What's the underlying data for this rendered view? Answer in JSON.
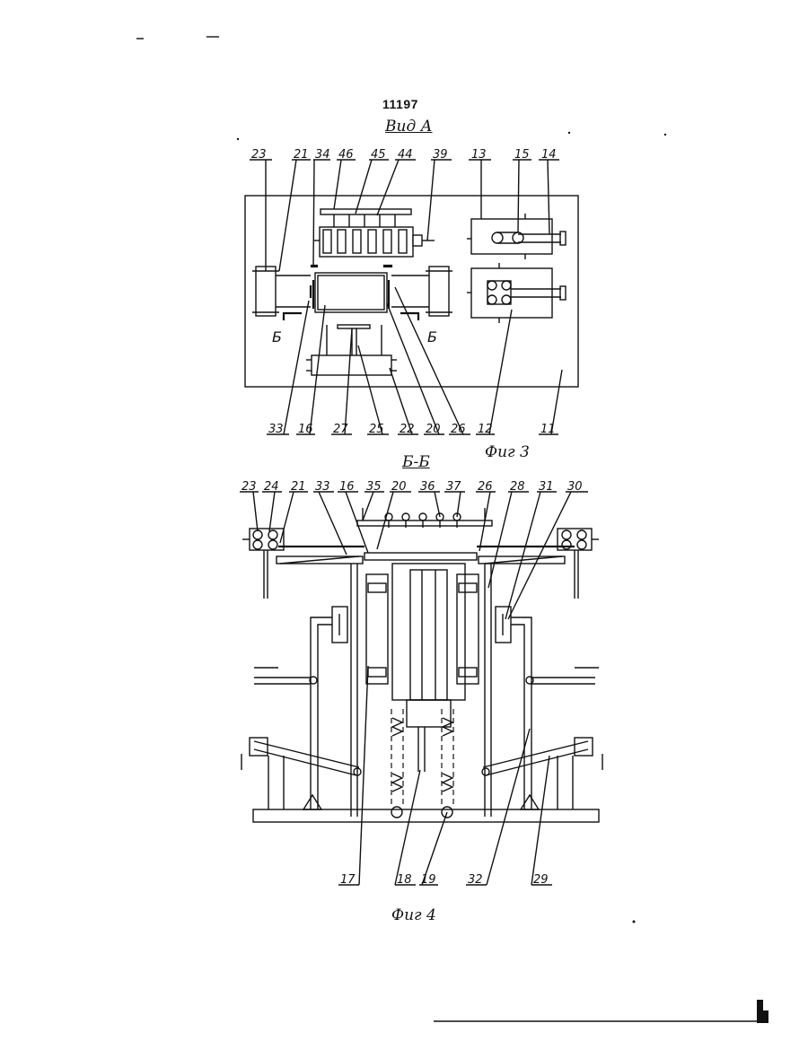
{
  "page_number": "11197",
  "captions": {
    "view_a": "Вид А",
    "figure_3": "Фиг 3",
    "section_bb": "Б-Б",
    "figure_4": "Фиг 4"
  },
  "figure_3": {
    "section_marks": [
      "Б",
      "Б"
    ],
    "top_labels": [
      "23",
      "21",
      "34",
      "46",
      "45",
      "44",
      "39",
      "13",
      "15",
      "14"
    ],
    "bottom_labels": [
      "33",
      "16",
      "27",
      "25",
      "22",
      "20",
      "26",
      "12",
      "11"
    ]
  },
  "figure_4": {
    "top_labels": [
      "23",
      "24",
      "21",
      "33",
      "16",
      "35",
      "20",
      "36",
      "37",
      "26",
      "28",
      "31",
      "30"
    ],
    "bottom_labels": [
      "17",
      "18",
      "19",
      "32",
      "29"
    ]
  }
}
